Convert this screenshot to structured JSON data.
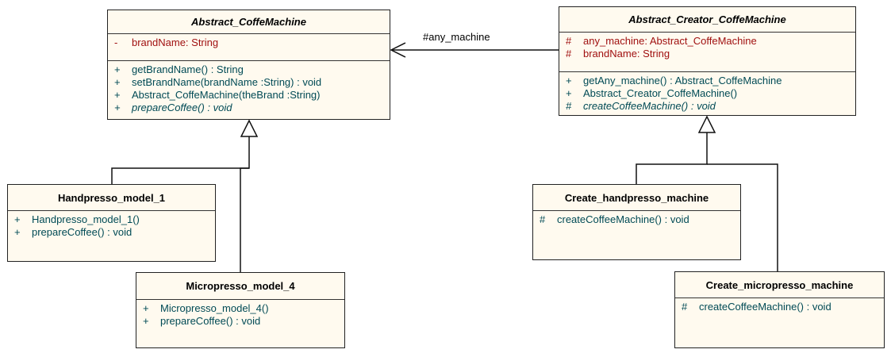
{
  "association_label": "#any_machine",
  "classes": [
    {
      "name": "Abstract_CoffeMachine",
      "abstract": true,
      "attributes": [
        {
          "vis": "-",
          "text": "brandName:  String"
        }
      ],
      "methods": [
        {
          "vis": "+",
          "text": "getBrandName() : String"
        },
        {
          "vis": "+",
          "text": "setBrandName(brandName :String) : void"
        },
        {
          "vis": "+",
          "text": "Abstract_CoffeMachine(theBrand :String)"
        },
        {
          "vis": "+",
          "text": "prepareCoffee() : void",
          "italic": true
        }
      ]
    },
    {
      "name": "Abstract_Creator_CoffeMachine",
      "abstract": true,
      "attributes": [
        {
          "vis": "#",
          "text": "any_machine:  Abstract_CoffeMachine"
        },
        {
          "vis": "#",
          "text": "brandName:  String"
        }
      ],
      "methods": [
        {
          "vis": "+",
          "text": "getAny_machine() : Abstract_CoffeMachine"
        },
        {
          "vis": "+",
          "text": "Abstract_Creator_CoffeMachine()"
        },
        {
          "vis": "#",
          "text": "createCoffeeMachine() : void",
          "italic": true
        }
      ]
    },
    {
      "name": "Handpresso_model_1",
      "methods": [
        {
          "vis": "+",
          "text": "Handpresso_model_1()"
        },
        {
          "vis": "+",
          "text": "prepareCoffee() : void"
        }
      ]
    },
    {
      "name": "Micropresso_model_4",
      "methods": [
        {
          "vis": "+",
          "text": "Micropresso_model_4()"
        },
        {
          "vis": "+",
          "text": "prepareCoffee() : void"
        }
      ]
    },
    {
      "name": "Create_handpresso_machine",
      "methods": [
        {
          "vis": "#",
          "text": "createCoffeeMachine() : void"
        }
      ]
    },
    {
      "name": "Create_micropresso_machine",
      "methods": [
        {
          "vis": "#",
          "text": "createCoffeeMachine() : void"
        }
      ]
    }
  ],
  "colors": {
    "fill": "#fffaef",
    "attribute": "#a01010",
    "method": "#004a55"
  }
}
